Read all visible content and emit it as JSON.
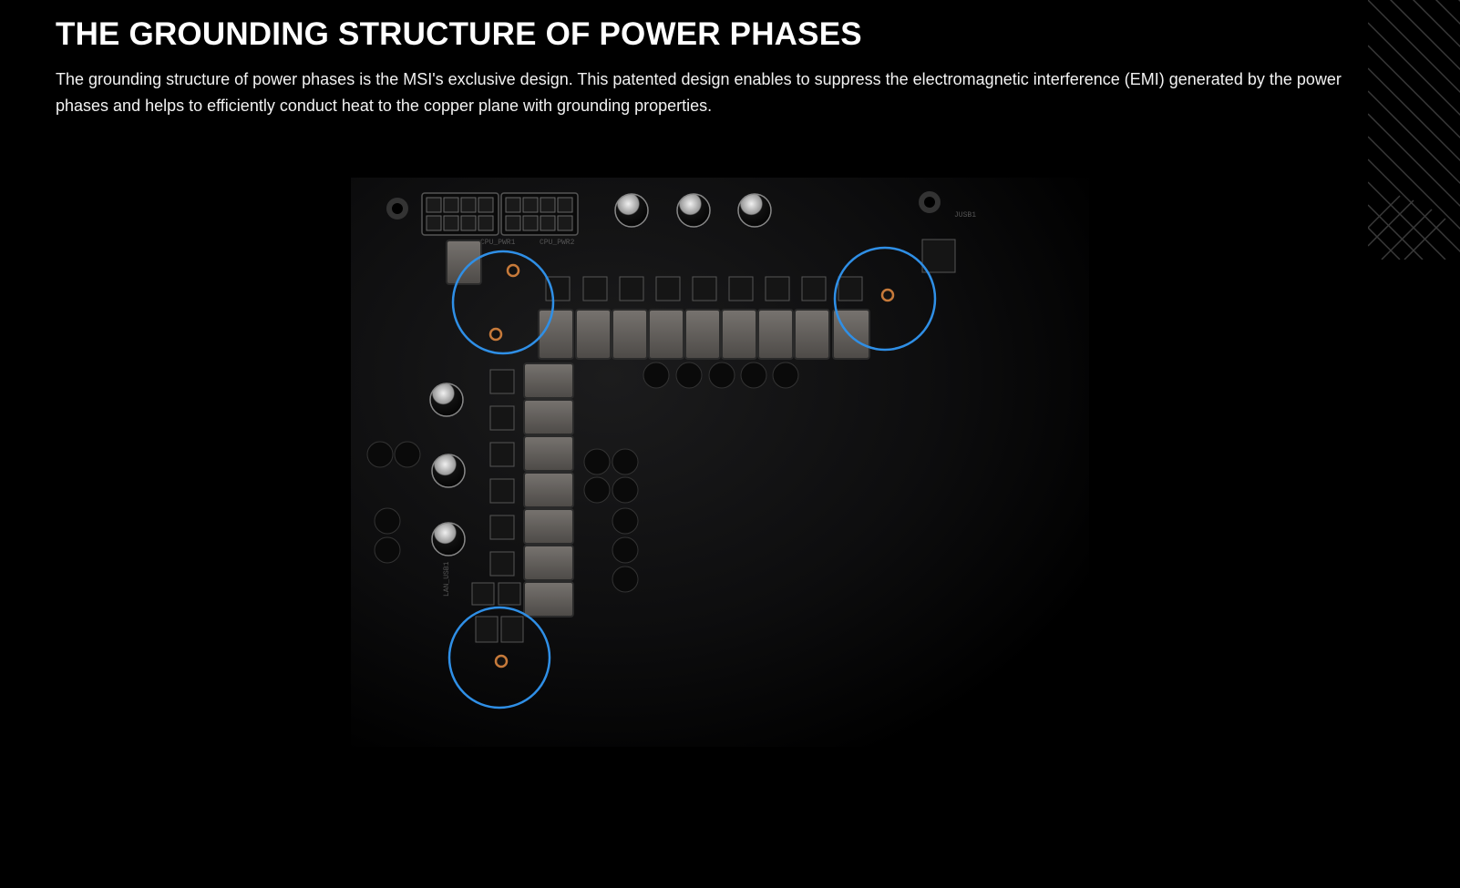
{
  "header": {
    "title": "THE GROUNDING STRUCTURE OF POWER PHASES",
    "description": "The grounding structure of power phases is the MSI's exclusive design. This patented design enables to suppress the electromagnetic interference (EMI) generated by the power phases and helps to efficiently conduct heat to the copper plane with grounding properties."
  },
  "image": {
    "labels": [
      "CPU_PWR1",
      "CPU_PWR2",
      "JUSB1",
      "LAN_USB1"
    ],
    "highlight_color": "#2f8fe6",
    "highlight_count": 3
  }
}
